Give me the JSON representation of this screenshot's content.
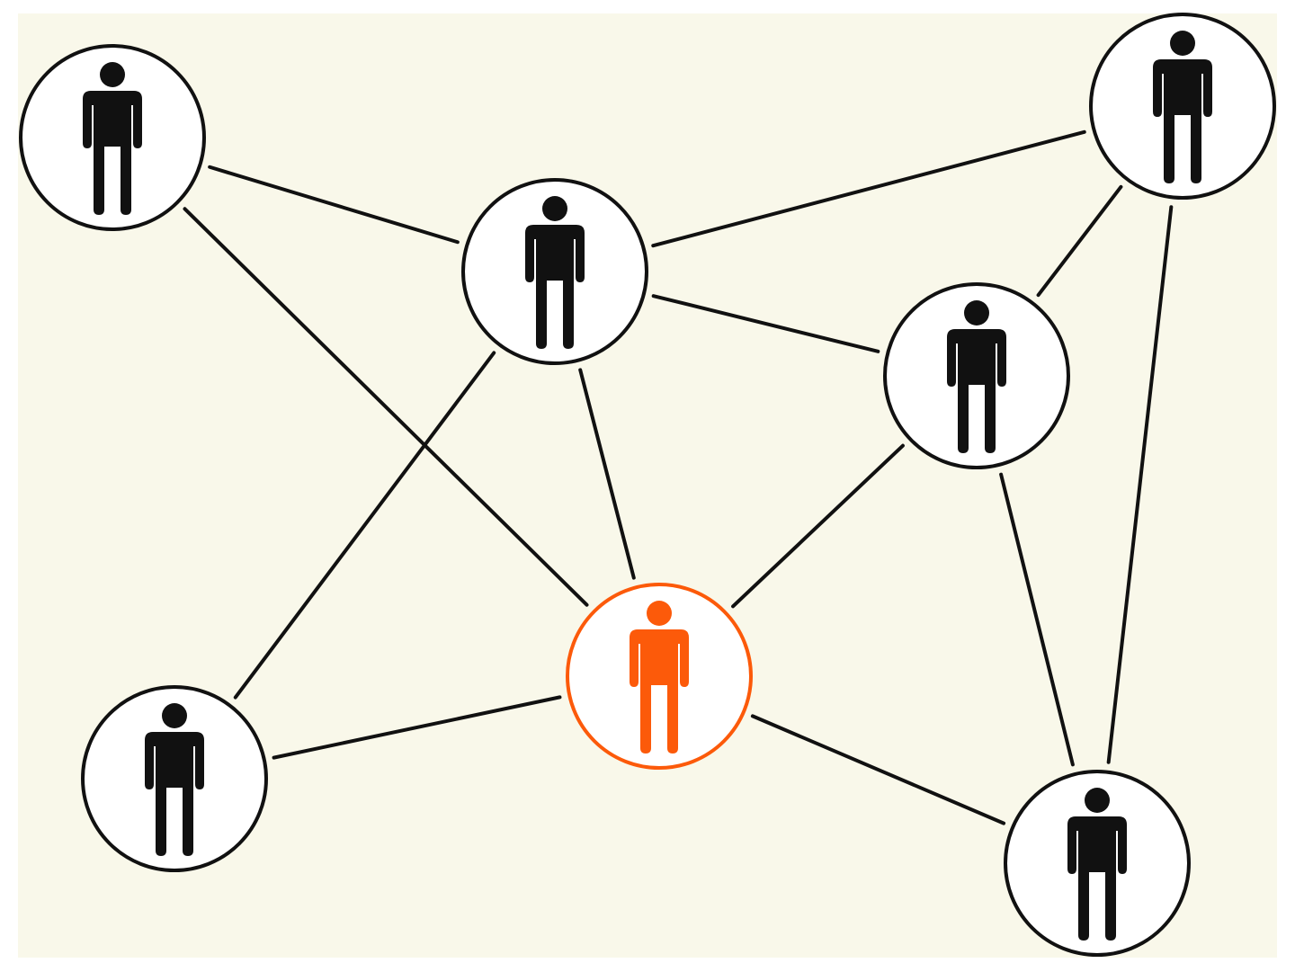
{
  "diagram": {
    "type": "social-network",
    "colors": {
      "background": "#f9f8ea",
      "node_fill": "#ffffff",
      "stroke": "#111111",
      "person": "#111111",
      "highlight": "#fc5a0a"
    },
    "nodes": [
      {
        "id": "A",
        "icon": "person-icon",
        "highlighted": false
      },
      {
        "id": "B",
        "icon": "person-icon",
        "highlighted": false
      },
      {
        "id": "C",
        "icon": "person-icon",
        "highlighted": false
      },
      {
        "id": "D",
        "icon": "person-icon",
        "highlighted": false
      },
      {
        "id": "E",
        "icon": "person-icon",
        "highlighted": true
      },
      {
        "id": "F",
        "icon": "person-icon",
        "highlighted": false
      },
      {
        "id": "G",
        "icon": "person-icon",
        "highlighted": false
      }
    ],
    "edges": [
      [
        "A",
        "B"
      ],
      [
        "A",
        "E"
      ],
      [
        "B",
        "C"
      ],
      [
        "B",
        "D"
      ],
      [
        "B",
        "F"
      ],
      [
        "B",
        "E"
      ],
      [
        "C",
        "D"
      ],
      [
        "C",
        "G"
      ],
      [
        "D",
        "E"
      ],
      [
        "D",
        "G"
      ],
      [
        "E",
        "F"
      ],
      [
        "E",
        "G"
      ]
    ]
  }
}
